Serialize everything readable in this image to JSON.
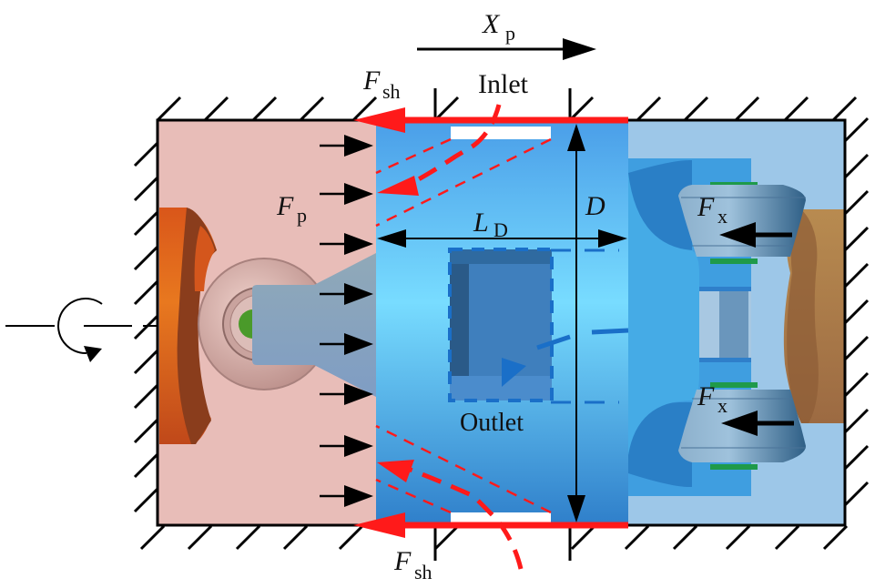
{
  "title": "Piston pump schematic with inlet/outlet, force annotations",
  "labels": {
    "displacement_symbol": "X",
    "displacement_subscript": "p",
    "inlet": "Inlet",
    "outlet": "Outlet",
    "shear_force_symbol": "F",
    "shear_force_subscript": "sh",
    "pressure_force_symbol": "F",
    "pressure_force_subscript": "p",
    "length_symbol": "L",
    "length_subscript": "D",
    "diameter_symbol": "D",
    "cam_force_symbol": "F",
    "cam_force_subscript": "x"
  },
  "icons": {
    "rotation": "rotation-arrow-icon",
    "ground": "ground-hatch-icon"
  },
  "colors": {
    "left_chamber": "#e8bdb8",
    "piston_body": "#5aaef0",
    "piston_light": "#7ad8ff",
    "right_chamber": "#9dc7e8",
    "force_red": "#ff1a1a",
    "flow_blue": "#1a6fc8",
    "cam_orange": "#e5661f",
    "cam_brown": "#b07a4a",
    "roller_gray": "#7ba0c0"
  }
}
